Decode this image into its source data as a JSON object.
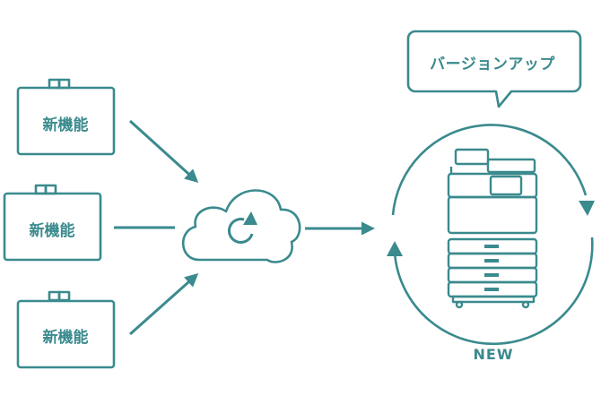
{
  "colors": {
    "accent": "#3a8a8e",
    "background": "#ffffff"
  },
  "folders": [
    {
      "label": "新機能",
      "icon": "folder-icon"
    },
    {
      "label": "新機能",
      "icon": "folder-icon"
    },
    {
      "label": "新機能",
      "icon": "folder-icon"
    }
  ],
  "cloud": {
    "icon": "cloud-sync-icon"
  },
  "bubble": {
    "text": "バージョンアップ"
  },
  "device": {
    "icon": "multifunction-printer-icon",
    "caption": "NEW"
  }
}
